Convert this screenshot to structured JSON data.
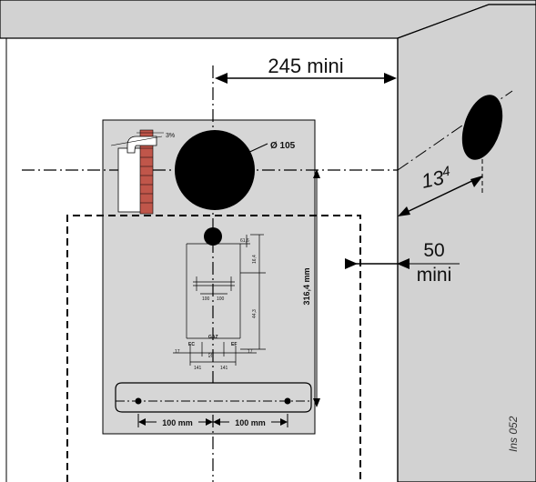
{
  "labels": {
    "dim_245": "245 mini",
    "dim_134_main": "13",
    "dim_134_sup": "4",
    "dim_50_num": "50",
    "dim_50_den": "mini",
    "diameter": "Ø 105",
    "slope": "3%",
    "height": "316,4 mm",
    "dim_100_left": "100 mm",
    "dim_100_right": "100 mm",
    "gaz": "GAZ",
    "ec": "EC",
    "ef": "EF",
    "d61": "61,6",
    "d164": "16,4",
    "d443": "44,3",
    "d100a": "100",
    "d100b": "100",
    "d17a": "17",
    "d17b": "17",
    "d141a": "141",
    "d141b": "141",
    "d53": "53",
    "ref": "Ins 052"
  },
  "colors": {
    "wall": "#d2d2d2",
    "plate": "#d6d6d6",
    "black": "#000000",
    "brick": "#c0564a"
  }
}
